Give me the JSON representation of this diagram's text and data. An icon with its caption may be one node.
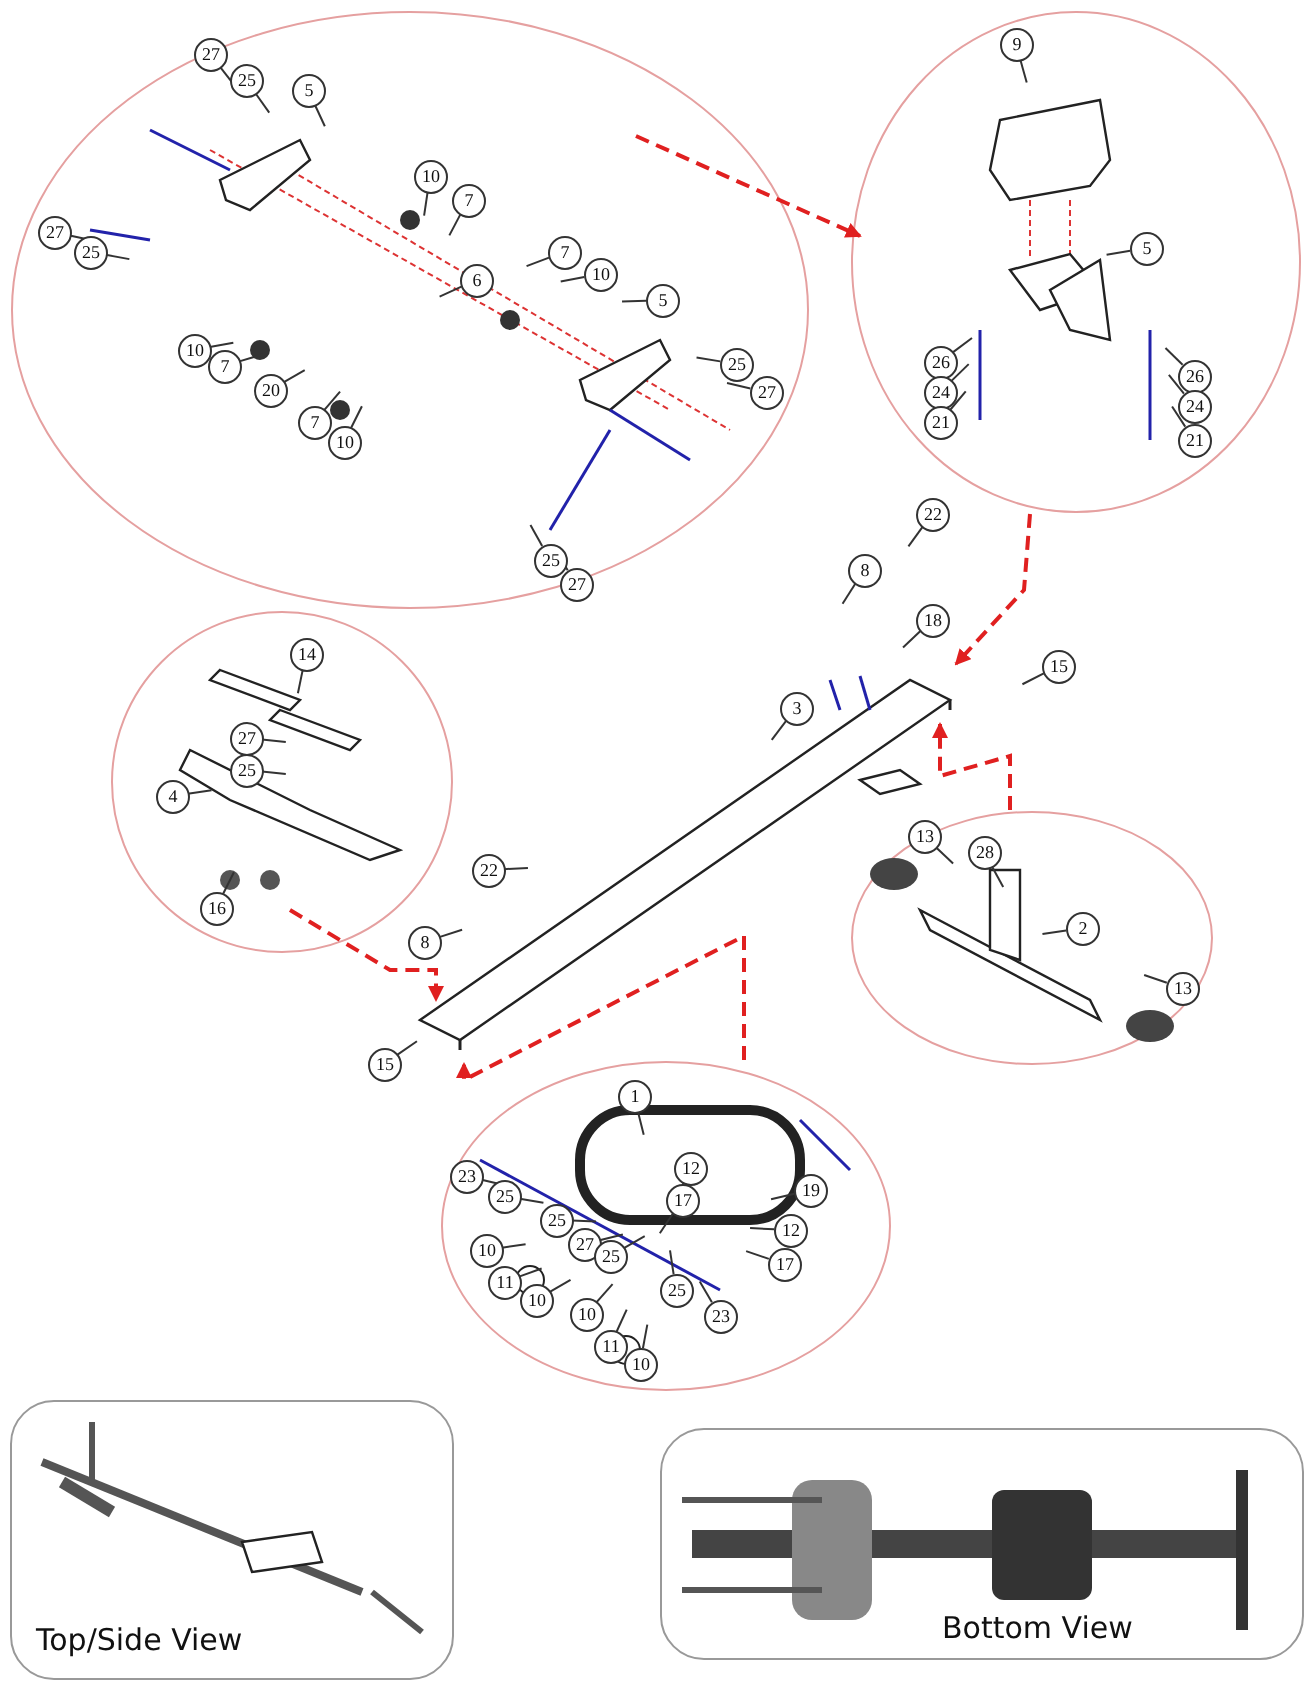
{
  "diagram": {
    "nodes": [
      {
        "text": [],
        "shape": "picture"
      },
      {
        "text": [],
        "shape": "picture"
      },
      {
        "text": [],
        "shape": "picture"
      },
      {
        "text": [],
        "shape": "picture"
      },
      {
        "text": [],
        "shape": "picture"
      },
      {
        "text": [],
        "shape": "picture"
      },
      {
        "text": [
          "Top/Side View"
        ]
      },
      {
        "text": [
          "Bottom View"
        ]
      }
    ],
    "edges": [
      {
        "from": 0,
        "to": 1,
        "arrow": "to",
        "style": "dashed"
      },
      {
        "from": 1,
        "to": 2,
        "arrow": "to",
        "style": "dashed"
      },
      {
        "from": 4,
        "to": 2,
        "arrow": "to",
        "style": "dashed"
      },
      {
        "from": 3,
        "to": 2,
        "arrow": "to",
        "style": "dashed"
      },
      {
        "from": 5,
        "to": 2,
        "arrow": "to",
        "style": "dashed"
      }
    ],
    "labels": [
      "27",
      "25",
      "5",
      "10",
      "7",
      "27",
      "25",
      "6",
      "7",
      "10",
      "5",
      "10",
      "7",
      "20",
      "7",
      "10",
      "25",
      "27",
      "25",
      "27",
      "9",
      "5",
      "26",
      "24",
      "21",
      "26",
      "24",
      "21",
      "22",
      "8",
      "18",
      "15",
      "3",
      "22",
      "8",
      "15",
      "14",
      "27",
      "25",
      "4",
      "16",
      "13",
      "28",
      "2",
      "13",
      "1",
      "23",
      "12",
      "19",
      "25",
      "17",
      "25",
      "27",
      "12",
      "10",
      "25",
      "17",
      "11",
      "25",
      "10",
      "10",
      "23",
      "11",
      "10"
    ]
  }
}
